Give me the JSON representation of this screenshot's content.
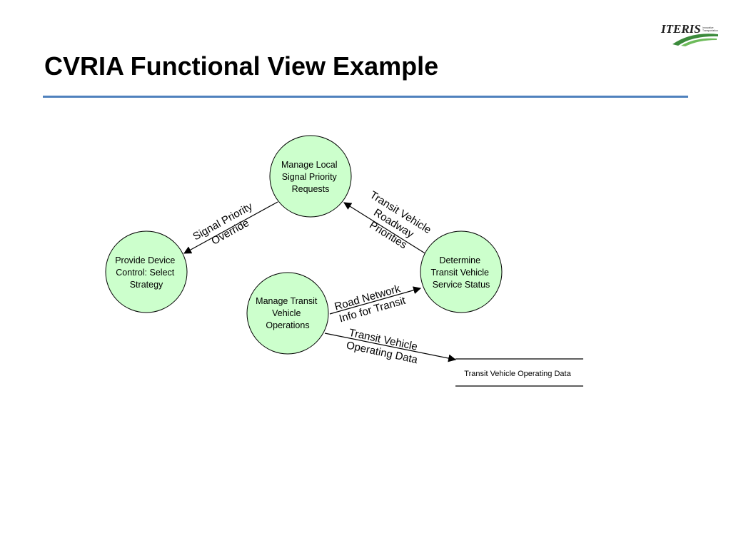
{
  "slide": {
    "title": "CVRIA Functional View Example"
  },
  "logo": {
    "name": "ITERIS",
    "tagline_lines": [
      "Innovative",
      "Transportation"
    ]
  },
  "colors": {
    "accent_rule": "#4f81bd",
    "node_fill": "#ccffcc",
    "stroke": "#000000",
    "logo_green": "#3b8a3b"
  },
  "diagram": {
    "nodes": {
      "manage_local": [
        "Manage Local",
        "Signal Priority",
        "Requests"
      ],
      "provide_device": [
        "Provide Device",
        "Control: Select",
        "Strategy"
      ],
      "manage_transit": [
        "Manage Transit",
        "Vehicle",
        "Operations"
      ],
      "determine": [
        "Determine",
        "Transit Vehicle",
        "Service Status"
      ]
    },
    "store": {
      "label": "Transit Vehicle Operating Data"
    },
    "flows": {
      "signal_priority_override": [
        "Signal Priority",
        "Override"
      ],
      "transit_vehicle_roadway_priorities": [
        "Transit Vehicle",
        "Roadway",
        "Priorities"
      ],
      "road_network_info": [
        "Road Network",
        "Info for Transit"
      ],
      "transit_vehicle_operating_data": [
        "Transit Vehicle",
        "Operating Data"
      ]
    }
  }
}
